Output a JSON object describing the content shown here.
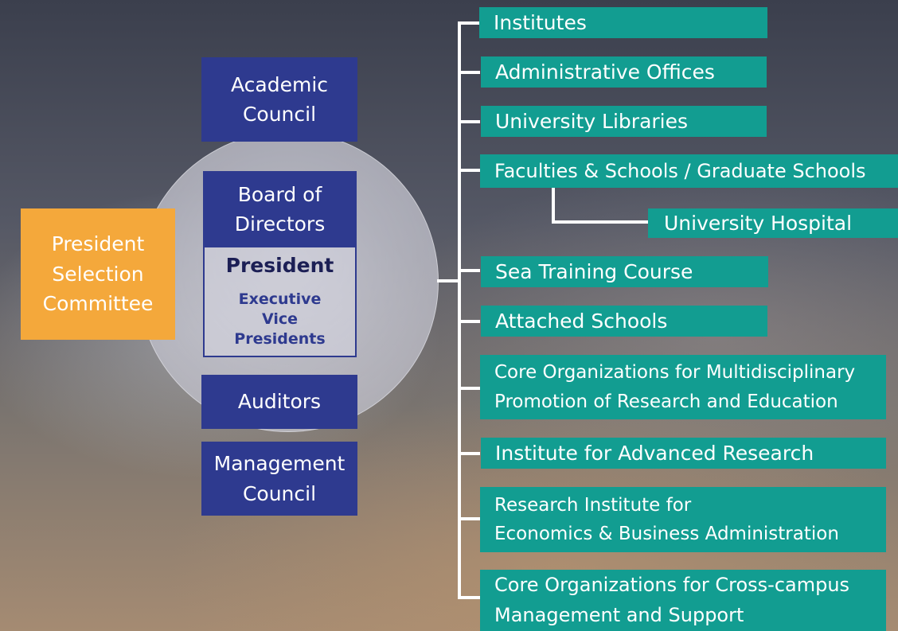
{
  "left": {
    "academic_council": "Academic Council",
    "board_of_directors": "Board of Directors",
    "president": "President",
    "executive_vice_presidents": "Executive Vice Presidents",
    "auditors": "Auditors",
    "management_council": "Management Council",
    "president_selection_committee": "President Selection Committee"
  },
  "right": {
    "institutes": "Institutes",
    "administrative_offices": "Administrative Offices",
    "university_libraries": "University Libraries",
    "faculties_schools": "Faculties & Schools / Graduate Schools",
    "university_hospital": "University Hospital",
    "sea_training_course": "Sea Training Course",
    "attached_schools": "Attached Schools",
    "core_multidisciplinary_line1": "Core Organizations for Multidisciplinary",
    "core_multidisciplinary_line2": "Promotion of Research and Education",
    "institute_advanced_research": "Institute for Advanced Research",
    "research_institute_line1": "Research Institute for",
    "research_institute_line2": "Economics & Business Administration",
    "core_crosscampus_line1": "Core Organizations for Cross-campus",
    "core_crosscampus_line2": "Management and Support"
  },
  "colors": {
    "blue_box": "#2e3a8f",
    "orange_box": "#f4a83b",
    "teal_box": "#129d91",
    "connector": "#ffffff"
  }
}
